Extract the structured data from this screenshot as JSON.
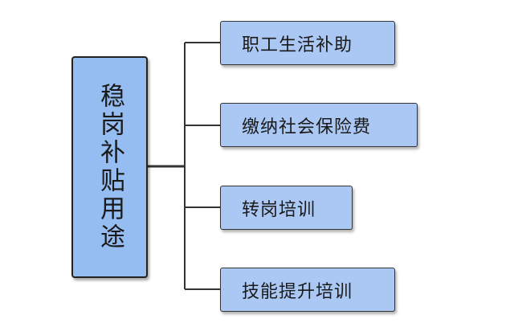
{
  "diagram": {
    "root": {
      "label": "稳岗补贴用途"
    },
    "children": [
      {
        "label": "职工生活补助"
      },
      {
        "label": "缴纳社会保险费"
      },
      {
        "label": "转岗培训"
      },
      {
        "label": "技能提升培训"
      }
    ],
    "colors": {
      "root_fill": "#96bdf2",
      "leaf_fill": "#aac8f3",
      "border": "#222222",
      "connector": "#333333"
    }
  }
}
